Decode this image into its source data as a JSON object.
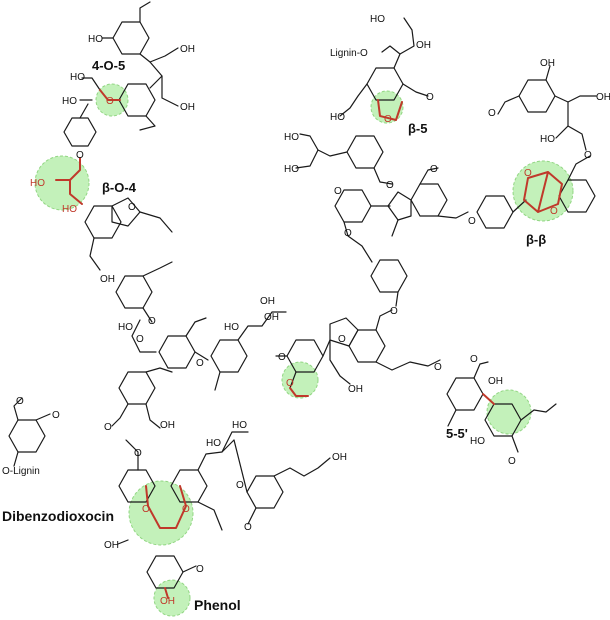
{
  "labels": {
    "l405": "4-O-5",
    "lbo4": "β-O-4",
    "lb5": "β-5",
    "lbb": "β-β",
    "l55": "5-5'",
    "ldbd": "Dibenzodioxocin",
    "lphenol": "Phenol"
  },
  "atoms": {
    "ho": "HO",
    "oh": "OH",
    "o": "O",
    "lignin_o": "Lignin-O",
    "o_lignin": "O-Lignin"
  },
  "colors": {
    "highlight": "#b9efae",
    "linkage": "#c0392b",
    "bond": "#1a1a1a"
  }
}
